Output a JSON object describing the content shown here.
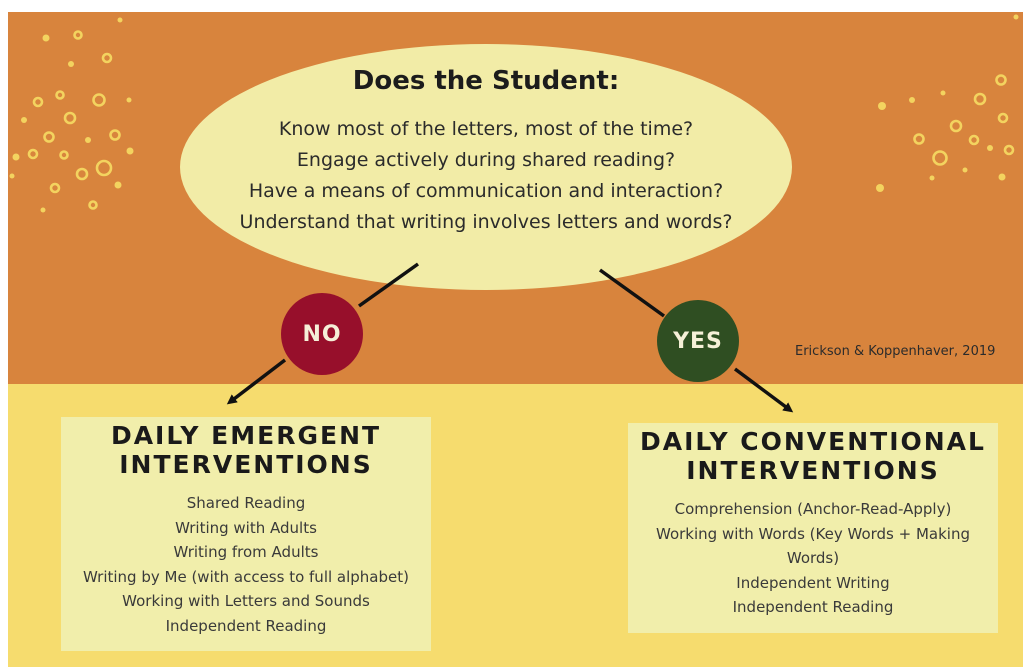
{
  "colors": {
    "top_background": "#d8843d",
    "bottom_background": "#f6dc6e",
    "ellipse_fill": "#f2eca7",
    "box_fill": "#f1eeab",
    "no_fill": "#970f2b",
    "yes_fill": "#2f4e22",
    "decoration_dots": "#f3d35f",
    "arrow": "#111111"
  },
  "question": {
    "heading": "Does the Student:",
    "items": [
      "Know most of the letters, most of the time?",
      "Engage actively during shared reading?",
      "Have a means of communication and interaction?",
      "Understand that writing involves letters and words?"
    ]
  },
  "branches": {
    "no_label": "NO",
    "yes_label": "YES"
  },
  "citation": "Erickson & Koppenhaver, 2019",
  "emergent": {
    "title_line1": "DAILY EMERGENT",
    "title_line2": "INTERVENTIONS",
    "items": [
      "Shared Reading",
      "Writing with Adults",
      "Writing from Adults",
      "Writing by Me (with access to full alphabet)",
      "Working with Letters and Sounds",
      "Independent Reading"
    ]
  },
  "conventional": {
    "title_line1": "DAILY CONVENTIONAL",
    "title_line2": "INTERVENTIONS",
    "items": [
      "Comprehension (Anchor-Read-Apply)",
      "Working with Words (Key Words + Making Words)",
      "Independent Writing",
      "Independent Reading"
    ]
  }
}
